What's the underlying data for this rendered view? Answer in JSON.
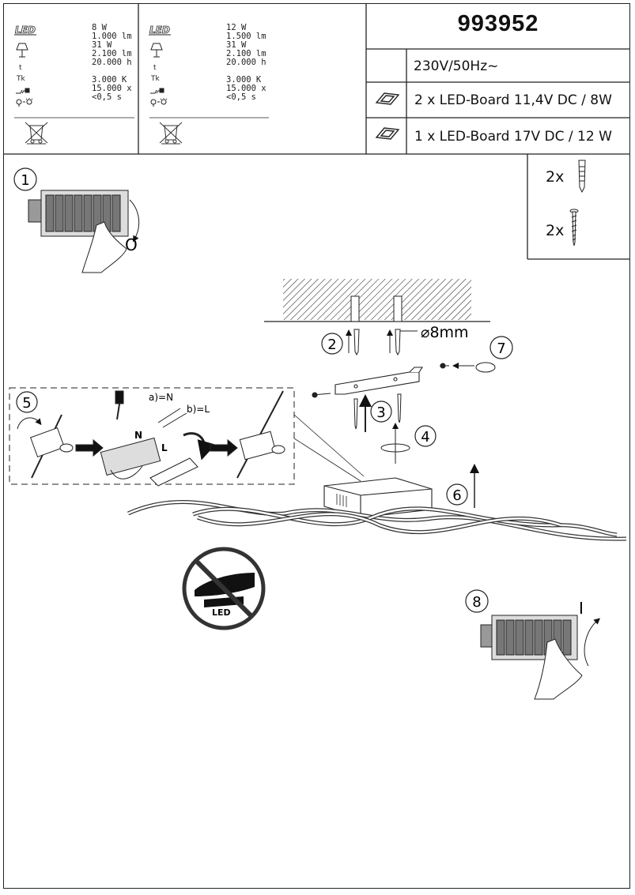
{
  "product": {
    "code": "993952",
    "voltage": "230V/50Hz~"
  },
  "led_boards": [
    {
      "text": "2 x LED-Board 11,4V DC / 8W"
    },
    {
      "text": "1 x LED-Board 17V DC / 12 W"
    }
  ],
  "spec_columns": [
    {
      "logo": "LED",
      "watts": "8 W",
      "lumen": "1.000 lm",
      "equivalent": "31 W",
      "lumen2": "2.100 lm",
      "lifetime": "20.000 h",
      "color_temp": "3.000 K",
      "cycles": "15.000 x",
      "start": "<0,5 s",
      "t_label": "t",
      "tk_label": "TK"
    },
    {
      "logo": "LED",
      "watts": "12 W",
      "lumen": "1.500 lm",
      "equivalent": "31 W",
      "lumen2": "2.100 lm",
      "lifetime": "20.000 h",
      "color_temp": "3.000 K",
      "cycles": "15.000 x",
      "start": "<0,5 s",
      "t_label": "t",
      "tk_label": "TK"
    }
  ],
  "steps": [
    "1",
    "2",
    "3",
    "4",
    "5",
    "6",
    "7",
    "8"
  ],
  "labels": {
    "off": "O",
    "on": "I",
    "drill": "⌀8mm",
    "wire_n": "a)=N",
    "wire_l": "b)=L",
    "term_n": "N",
    "term_l": "L",
    "no_touch": "LED",
    "dowel_qty": "2x",
    "screw_qty": "2x"
  },
  "icons": [
    "led-logo-icon",
    "lamp-icon",
    "thermometer-icon",
    "switch-cycles-icon",
    "bulb-start-icon",
    "no-bin-icon",
    "led-board-icon",
    "dowel-icon",
    "screw-icon",
    "no-touch-icon"
  ]
}
